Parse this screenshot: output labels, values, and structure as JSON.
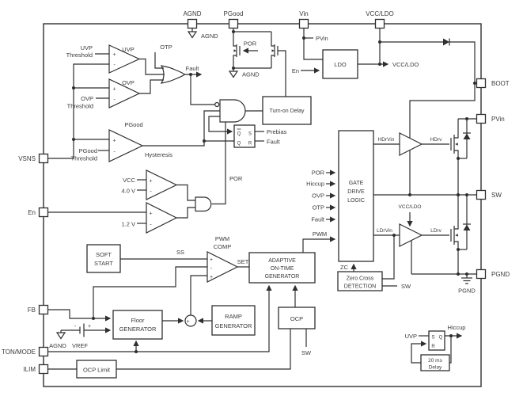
{
  "colors": {
    "wire": "#2f2f2f",
    "text": "#3a3a3a",
    "background": "#ffffff"
  },
  "pins": {
    "top": [
      "AGND",
      "PGood",
      "Vin",
      "VCC/LDO"
    ],
    "left": [
      "VSNS",
      "En",
      "FB",
      "TON/MODE",
      "ILIM"
    ],
    "right": [
      "BOOT",
      "PVin",
      "SW",
      "PGND"
    ]
  },
  "blocks": {
    "ldo": "LDO",
    "turn_on_delay": "Turn-on Delay",
    "soft_start": [
      "SOFT",
      "START"
    ],
    "floor_generator": [
      "Floor",
      "GENERATOR"
    ],
    "ramp_generator": [
      "RAMP",
      "GENERATOR"
    ],
    "adaptive_on_time": [
      "ADAPTIVE",
      "ON-TIME",
      "GENERATOR"
    ],
    "ocp": "OCP",
    "ocp_limit": "OCP Limit",
    "gate_drive_logic": [
      "GATE",
      "DRIVE",
      "LOGIC"
    ],
    "zero_cross": [
      "Zero Cross",
      "DETECTION"
    ],
    "delay": [
      "20 ms",
      "Delay"
    ]
  },
  "comparators": {
    "uvp": {
      "name": "UVP",
      "threshold": [
        "UVP",
        "Threshold"
      ]
    },
    "ovp": {
      "name": "OVP",
      "threshold": [
        "OVP",
        "Threshold"
      ]
    },
    "pgood": {
      "name": "PGood",
      "threshold": [
        "PGood",
        "Threshold"
      ],
      "hysteresis": "Hysteresis"
    },
    "por_vcc": {
      "plus": "VCC",
      "minus": "4.0 V"
    },
    "por_en": {
      "minus": "1.2 V"
    },
    "pwm": {
      "name_line1": "PWM",
      "name_line2": "COMP",
      "out": "SET"
    }
  },
  "latches": {
    "prebias": {
      "qb": "Q",
      "s": "S",
      "q": "Q",
      "r": "R",
      "s_signal": "Prebias",
      "r_signal": "Fault"
    },
    "hiccup": {
      "s": "S",
      "q": "Q",
      "r": "R",
      "in": "UVP",
      "out": "Hiccup"
    }
  },
  "signals": {
    "agnd": "AGND",
    "pgnd": "PGND",
    "pvin": "PVin",
    "en": "En",
    "vcc_ldo": "VCC/LDO",
    "por": "POR",
    "fault": "Fault",
    "otp": "OTP",
    "ss": "SS",
    "pwm": "PWM",
    "zc": "ZC",
    "sw": "SW",
    "vref": "VREF",
    "hdrvin": "HDrVin",
    "hdrv": "HDrv",
    "ldrvin": "LDrVin",
    "ldrv": "LDrv",
    "plus": "+",
    "minus": "-"
  },
  "gate_drive_inputs": [
    "POR",
    "Hiccup",
    "OVP",
    "OTP",
    "Fault"
  ]
}
